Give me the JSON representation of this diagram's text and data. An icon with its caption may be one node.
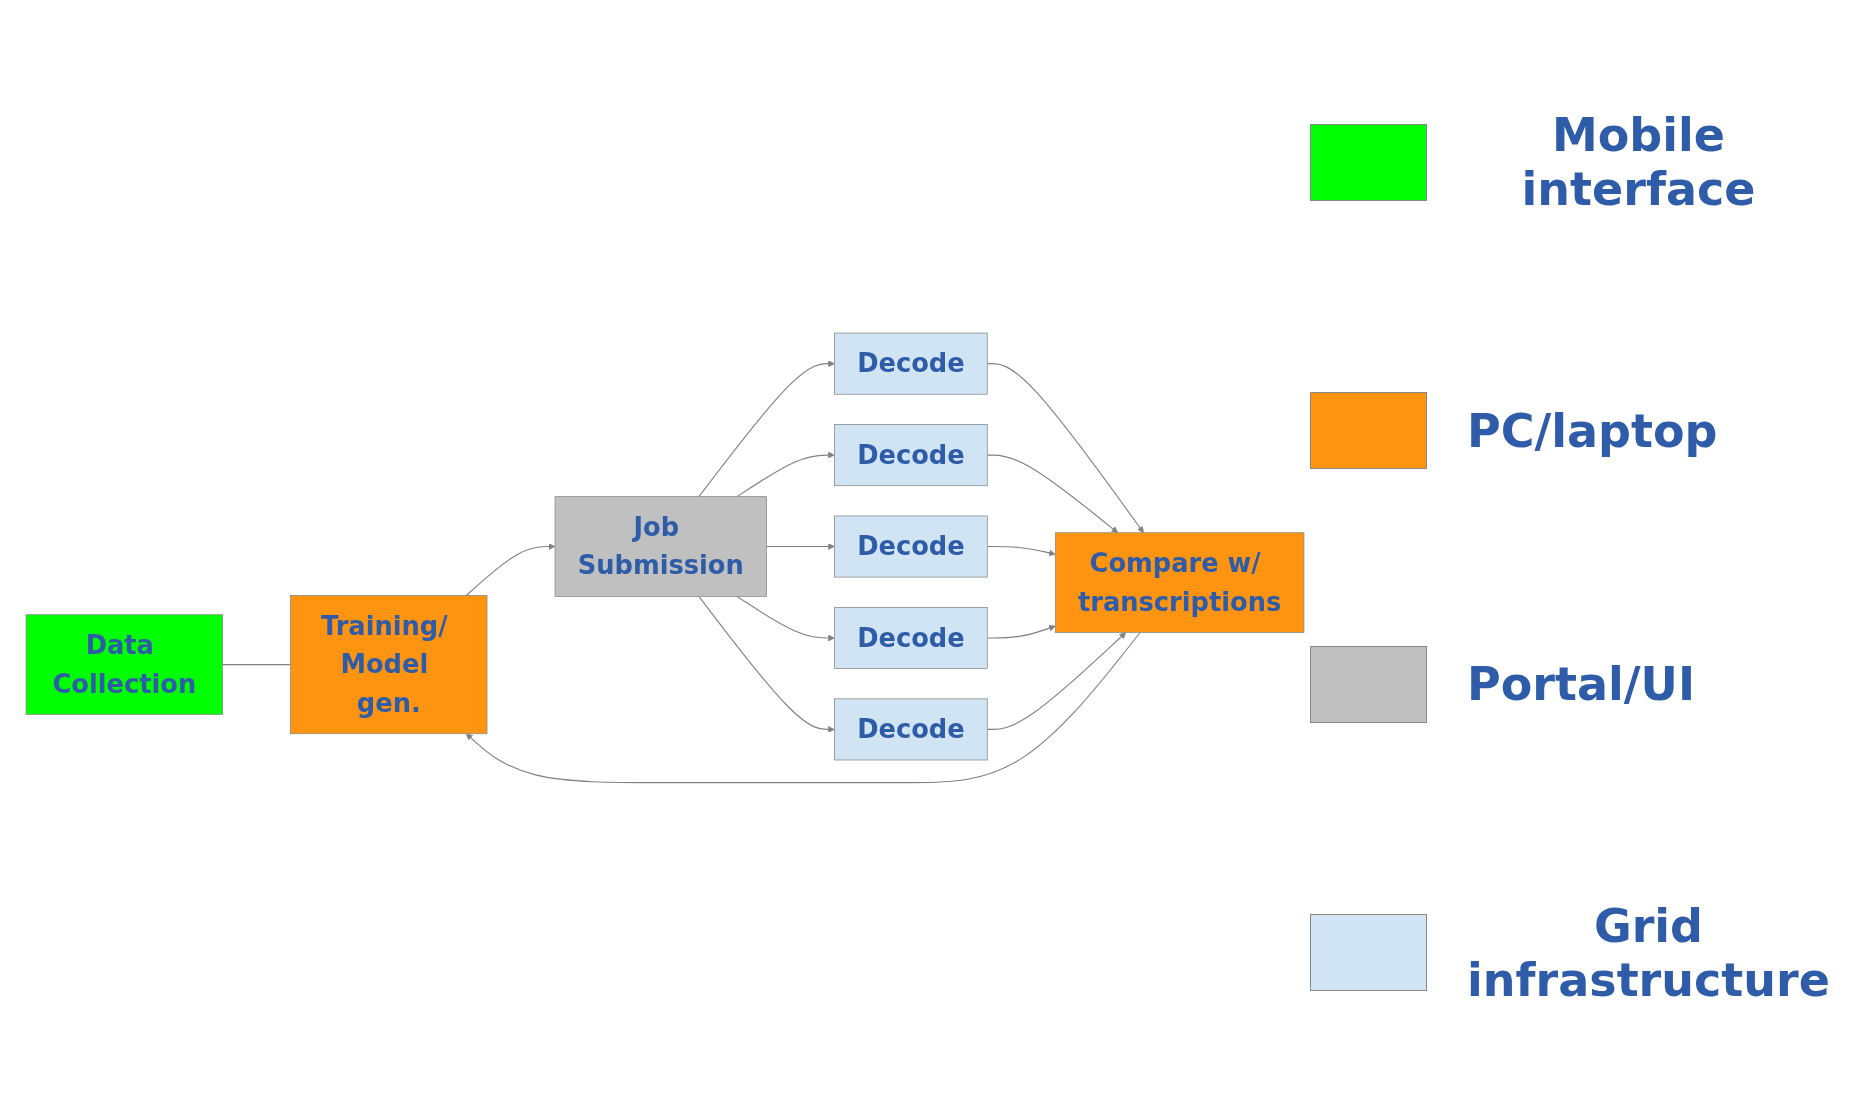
{
  "diagram": {
    "nodes": [
      {
        "text": [
          "Data Collection"
        ]
      },
      {
        "text": [
          "Training/ Model gen."
        ]
      },
      {
        "text": [
          "Job Submission"
        ]
      },
      {
        "text": [
          "Decode"
        ]
      },
      {
        "text": [
          "Decode"
        ]
      },
      {
        "text": [
          "Decode"
        ]
      },
      {
        "text": [
          "Decode"
        ]
      },
      {
        "text": [
          "Decode"
        ]
      },
      {
        "text": [
          "Compare w/ transcriptions"
        ]
      }
    ],
    "edges": [
      {
        "from": 0,
        "to": 1,
        "arrow": "none"
      },
      {
        "from": 1,
        "to": 2,
        "arrow": "to"
      },
      {
        "from": 2,
        "to": 3,
        "arrow": "to"
      },
      {
        "from": 2,
        "to": 4,
        "arrow": "to"
      },
      {
        "from": 2,
        "to": 5,
        "arrow": "to"
      },
      {
        "from": 2,
        "to": 6,
        "arrow": "to"
      },
      {
        "from": 2,
        "to": 7,
        "arrow": "to"
      },
      {
        "from": 3,
        "to": 8,
        "arrow": "to"
      },
      {
        "from": 4,
        "to": 8,
        "arrow": "to"
      },
      {
        "from": 5,
        "to": 8,
        "arrow": "to"
      },
      {
        "from": 6,
        "to": 8,
        "arrow": "to"
      },
      {
        "from": 7,
        "to": 8,
        "arrow": "to"
      },
      {
        "from": 8,
        "to": 1,
        "arrow": "to"
      }
    ],
    "legend": [
      {
        "text": "Mobile interface",
        "color": "#00ff00"
      },
      {
        "text": "PC/laptop",
        "color": "#ff9411"
      },
      {
        "text": "Portal/UI",
        "color": "#c0c0c0"
      },
      {
        "text": "Grid infrastructure",
        "color": "#d0e4f3"
      }
    ]
  }
}
